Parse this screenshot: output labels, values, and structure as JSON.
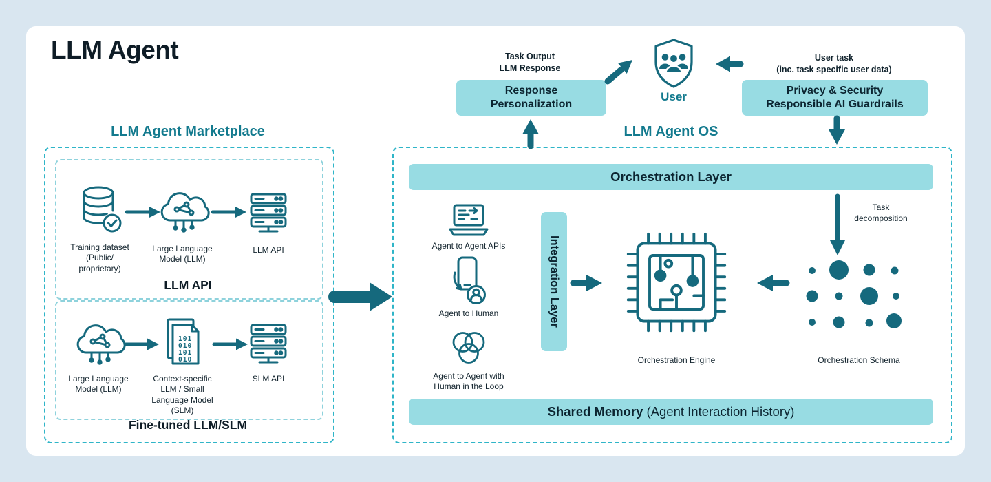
{
  "title": "LLM Agent",
  "colors": {
    "teal_dark": "#15697d",
    "teal_heading": "#137a8e",
    "teal_light_fill": "#98dce3",
    "dashed_border": "#2fb5c8",
    "background": "#d9e6f0",
    "card": "#ffffff",
    "text_dark": "#0d2430"
  },
  "marketplace": {
    "heading": "LLM Agent Marketplace",
    "box1": {
      "caption": "LLM API",
      "items": [
        {
          "icon": "training-dataset-icon",
          "label": "Training dataset\n(Public/\nproprietary)"
        },
        {
          "icon": "large-language-model-icon",
          "label": "Large Language\nModel (LLM)"
        },
        {
          "icon": "llm-api-server-icon",
          "label": "LLM API"
        }
      ]
    },
    "box2": {
      "caption": "Fine-tuned LLM/SLM",
      "items": [
        {
          "icon": "large-language-model-icon",
          "label": "Large Language\nModel (LLM)"
        },
        {
          "icon": "context-specific-model-icon",
          "label": "Context-specific\nLLM / Small\nLanguage Model\n(SLM)"
        },
        {
          "icon": "slm-api-server-icon",
          "label": "SLM API"
        }
      ]
    }
  },
  "top": {
    "task_output": "Task Output\nLLM Response",
    "response_personalization": "Response\nPersonalization",
    "user": "User",
    "user_task": "User task\n(inc. task specific user data)",
    "privacy": "Privacy & Security\nResponsible AI Guardrails"
  },
  "os": {
    "heading": "LLM Agent OS",
    "orchestration_layer": "Orchestration Layer",
    "integration_layer": "Integration Layer",
    "agents": [
      {
        "icon": "agent-to-agent-apis-icon",
        "label": "Agent to Agent APIs"
      },
      {
        "icon": "agent-to-human-icon",
        "label": "Agent to Human"
      },
      {
        "icon": "agent-human-loop-icon",
        "label": "Agent to Agent with\nHuman in the Loop"
      }
    ],
    "engine_label": "Orchestration Engine",
    "schema_label": "Orchestration Schema",
    "task_decomposition": "Task\ndecomposition",
    "shared_memory": {
      "bold": "Shared Memory",
      "rest": " (Agent Interaction History)"
    }
  }
}
